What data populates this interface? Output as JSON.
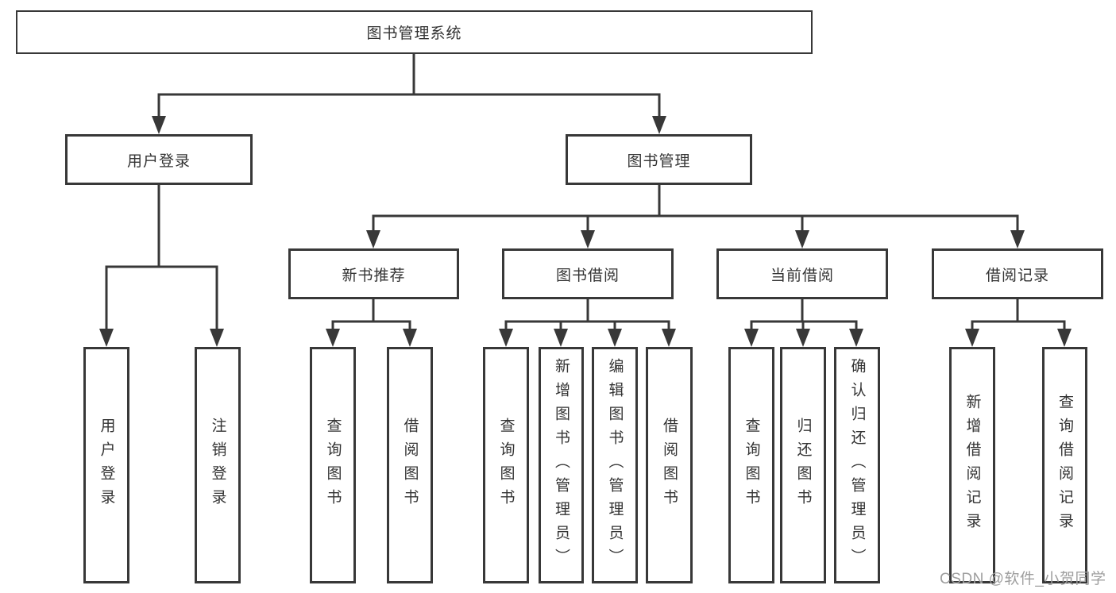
{
  "diagram": {
    "root": {
      "label": "图书管理系统"
    },
    "level2": [
      {
        "label": "用户登录"
      },
      {
        "label": "图书管理"
      }
    ],
    "level3": [
      {
        "label": "新书推荐",
        "parent": "图书管理"
      },
      {
        "label": "图书借阅",
        "parent": "图书管理"
      },
      {
        "label": "当前借阅",
        "parent": "图书管理"
      },
      {
        "label": "借阅记录",
        "parent": "图书管理"
      }
    ],
    "leaves": [
      {
        "label": "用户登录",
        "parent": "用户登录"
      },
      {
        "label": "注销登录",
        "parent": "用户登录"
      },
      {
        "label": "查询图书",
        "parent": "新书推荐"
      },
      {
        "label": "借阅图书",
        "parent": "新书推荐"
      },
      {
        "label": "查询图书",
        "parent": "图书借阅"
      },
      {
        "label": "新增图书（管理员）",
        "parent": "图书借阅"
      },
      {
        "label": "编辑图书（管理员）",
        "parent": "图书借阅"
      },
      {
        "label": "借阅图书",
        "parent": "图书借阅"
      },
      {
        "label": "查询图书",
        "parent": "当前借阅"
      },
      {
        "label": "归还图书",
        "parent": "当前借阅"
      },
      {
        "label": "确认归还（管理员）",
        "parent": "当前借阅"
      },
      {
        "label": "新增借阅记录",
        "parent": "借阅记录"
      },
      {
        "label": "查询借阅记录",
        "parent": "借阅记录"
      }
    ]
  },
  "watermark": {
    "text": "CSDN @软件_小贺同学",
    "color": "#9e9e9e"
  },
  "colors": {
    "border": "#383838",
    "line": "#383838",
    "text": "#333333",
    "background": "#ffffff"
  }
}
